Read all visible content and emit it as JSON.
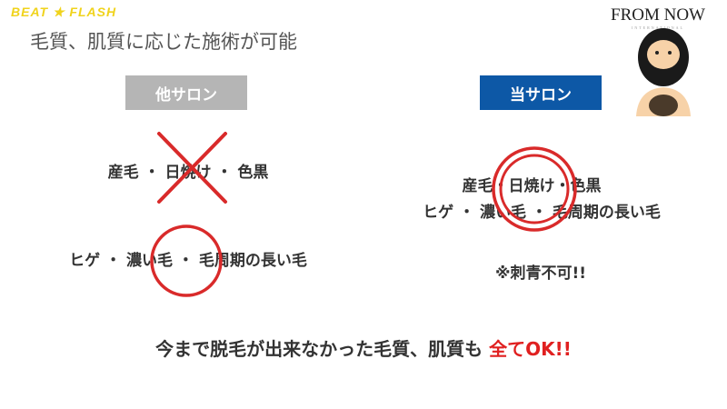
{
  "brand": "BEAT ★ FLASH",
  "title": "毛質、肌質に応じた施術が可能",
  "logo": {
    "main": "FROM NOW",
    "sub": "INTERNATIONAL"
  },
  "left": {
    "label": "他サロン",
    "line1": "産毛 ・ 日焼け ・ 色黒",
    "line2": "ヒゲ ・ 濃い毛 ・ 毛周期の長い毛"
  },
  "right": {
    "label": "当サロン",
    "line1": "産毛・日焼け・色黒",
    "line2": "ヒゲ ・ 濃い毛 ・ 毛周期の長い毛",
    "note": "※刺青不可!!"
  },
  "bottom": {
    "text": "今まで脱毛が出来なかった毛質、肌質も ",
    "highlight": "全てOK!!"
  },
  "colors": {
    "brand": "#f0d31c",
    "blue": "#0d58a6",
    "gray": "#b5b5b5",
    "red": "#d92a2a"
  }
}
